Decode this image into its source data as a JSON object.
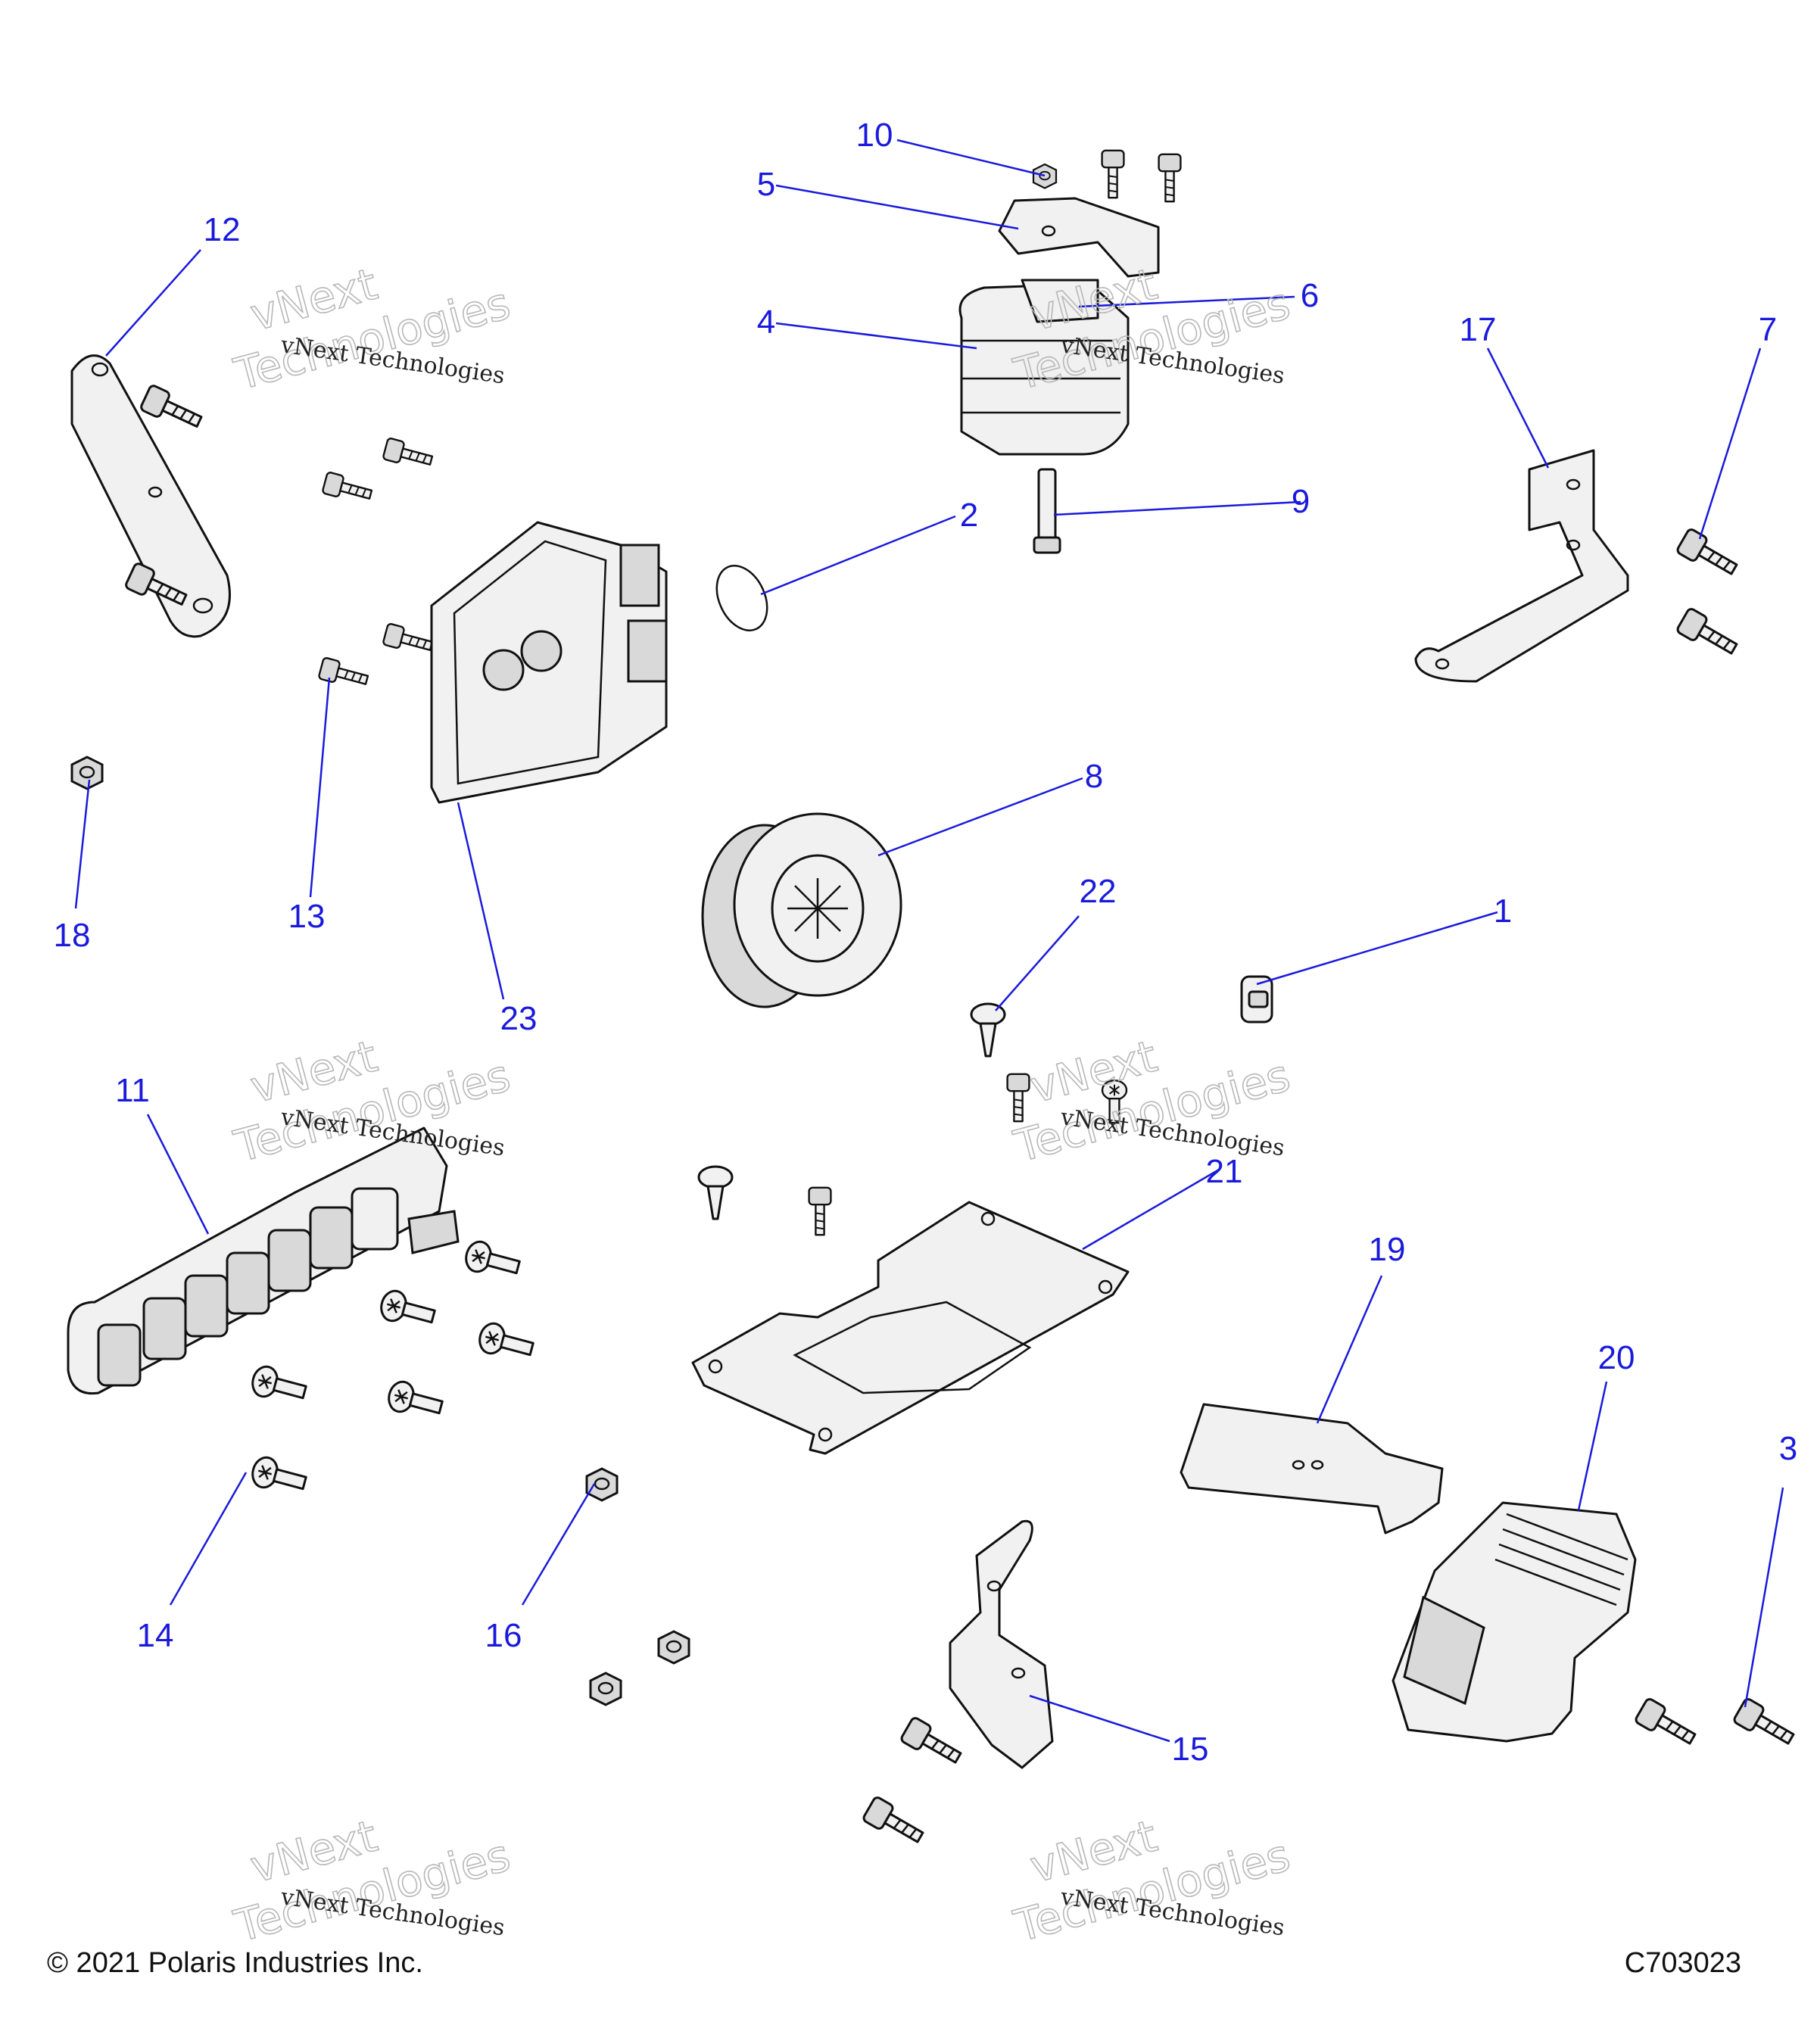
{
  "copyright": "© 2021 Polaris Industries Inc.",
  "figure_id": "C703023",
  "watermark": {
    "line1": "vNext Technologies",
    "line2": "vNext",
    "line3": "Technologies"
  },
  "callouts": {
    "c1": "1",
    "c2": "2",
    "c3": "3",
    "c4": "4",
    "c5": "5",
    "c6": "6",
    "c7": "7",
    "c8": "8",
    "c9": "9",
    "c10": "10",
    "c11": "11",
    "c12": "12",
    "c13": "13",
    "c14": "14",
    "c15": "15",
    "c16": "16",
    "c17": "17",
    "c18": "18",
    "c19": "19",
    "c20": "20",
    "c21": "21",
    "c22": "22",
    "c23": "23"
  },
  "colors": {
    "callout": "#1a1adc",
    "line": "#111111"
  }
}
